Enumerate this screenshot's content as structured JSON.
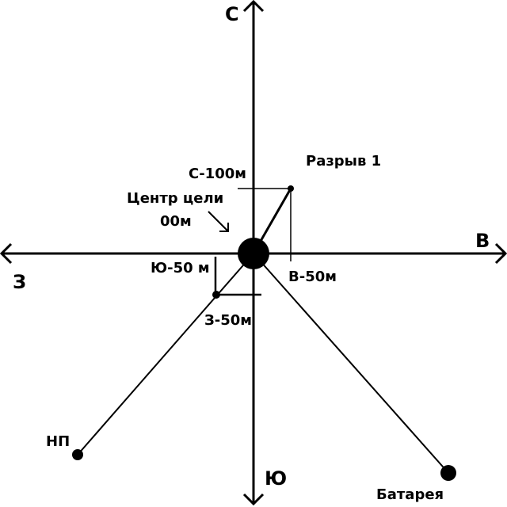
{
  "directions": {
    "north": "С",
    "south": "Ю",
    "east": "В",
    "west": "З"
  },
  "labels": {
    "target_center_line1": "Центр цели",
    "target_center_line2": "00м",
    "burst": "Разрыв 1",
    "north_offset": "С-100м",
    "east_offset": "В-50м",
    "south_offset": "Ю-50 м",
    "west_offset": "З-50м",
    "observation_post": "НП",
    "battery": "Батарея"
  },
  "colors": {
    "ink": "#000000",
    "background": "#ffffff"
  }
}
